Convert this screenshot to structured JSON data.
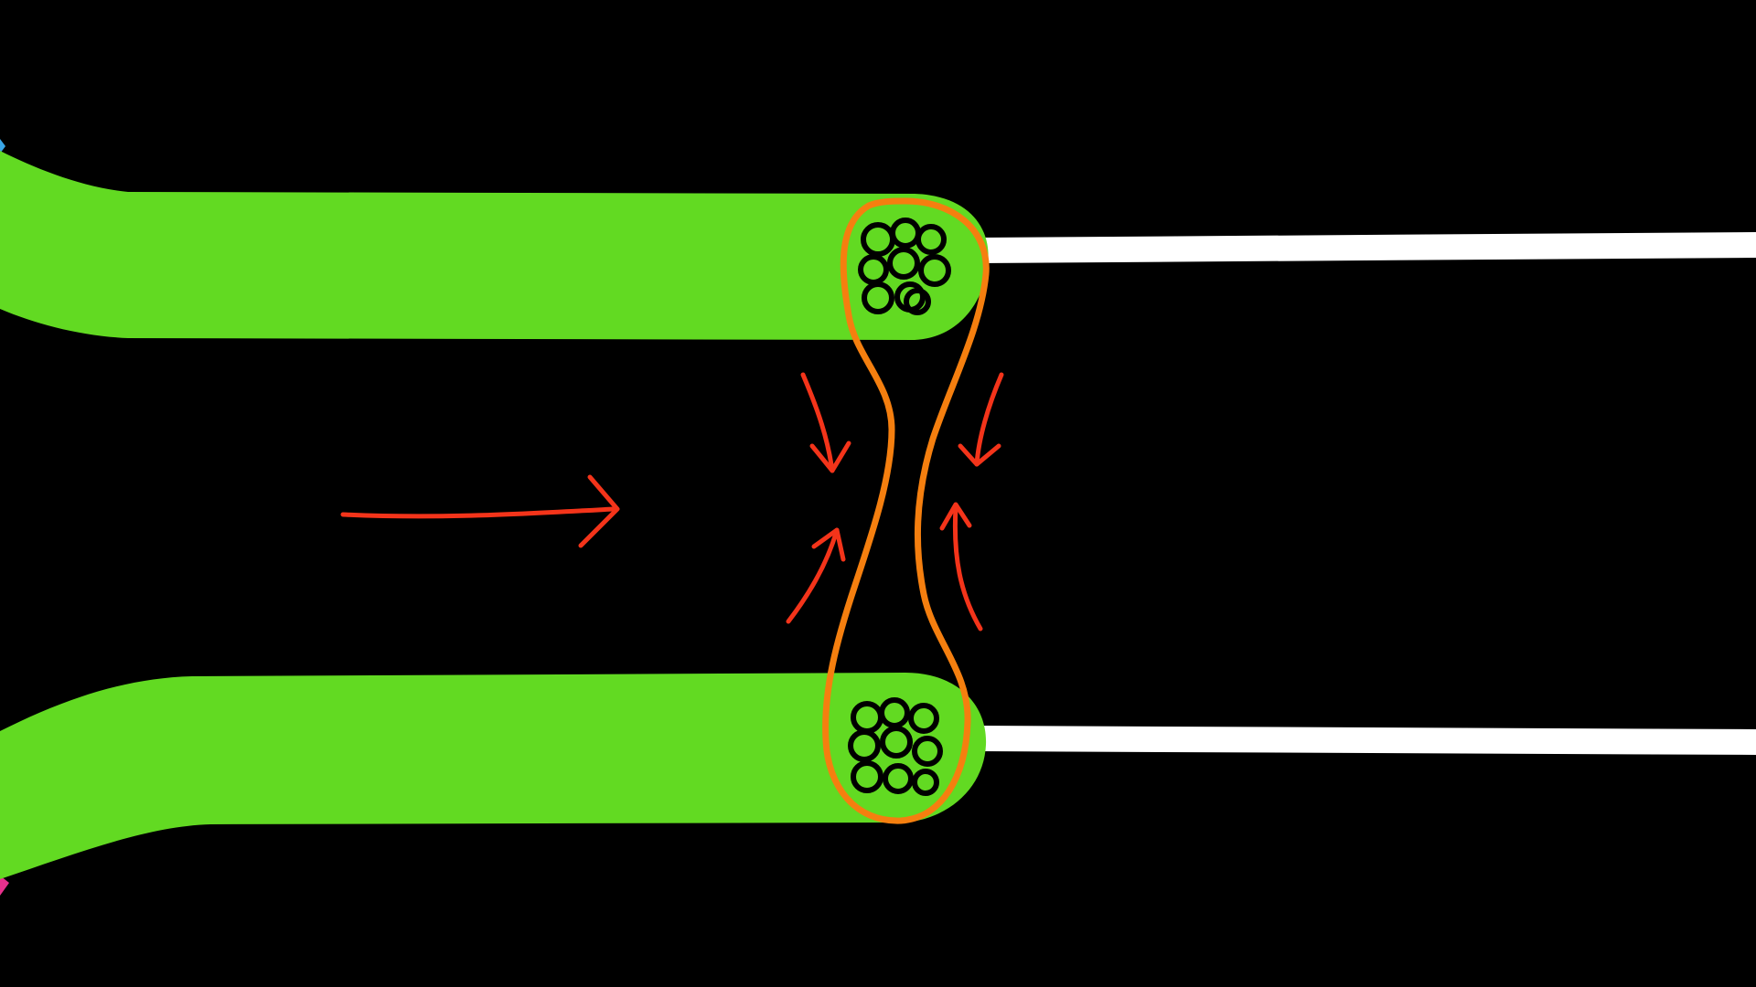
{
  "colors": {
    "background": "#000000",
    "axon": "#62da22",
    "fiber": "#ffffff",
    "cluster_outline": "#000000",
    "constriction_outline": "#f57f0f",
    "arrow": "#f4341a",
    "edge_accent_top": "#3aa6e8",
    "edge_accent_bottom": "#e8308c"
  },
  "elements": {
    "upper_axon": "green-axon-band",
    "lower_axon": "green-axon-band",
    "upper_fiber": "white-line",
    "lower_fiber": "white-line",
    "upper_cluster": "vesicle-cluster",
    "lower_cluster": "vesicle-cluster",
    "constriction": "hourglass-outline",
    "main_arrow": "arrow-right",
    "squeeze_arrows": [
      "arrow-down-right",
      "arrow-down-left",
      "arrow-up-right",
      "arrow-up-left"
    ]
  }
}
